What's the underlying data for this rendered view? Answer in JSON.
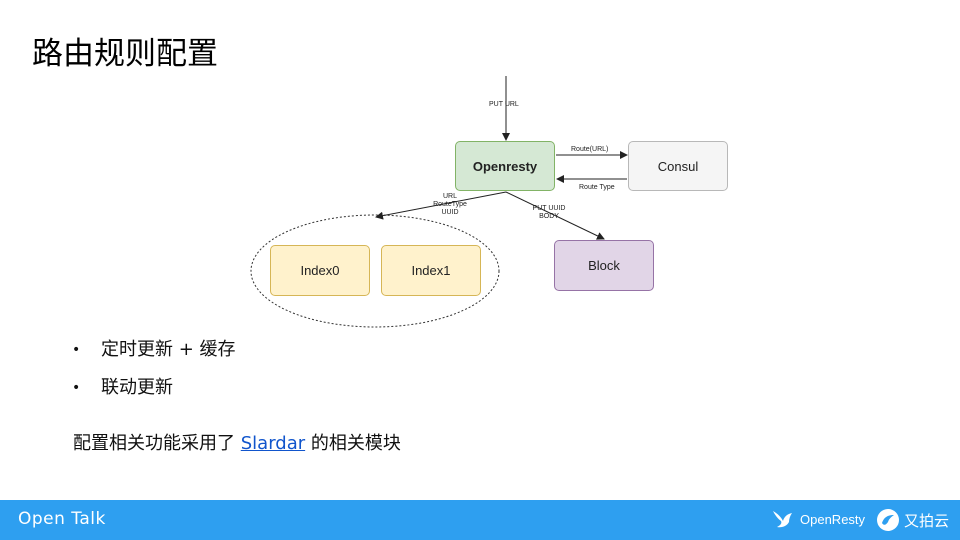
{
  "slide": {
    "title": "路由规则配置"
  },
  "diagram": {
    "nodes": {
      "openresty": "Openresty",
      "consul": "Consul",
      "block": "Block",
      "index0": "Index0",
      "index1": "Index1"
    },
    "edges": {
      "put_url": "PUT URL",
      "route_url": "Route(URL)",
      "route_type": "Route Type",
      "index_label": [
        "URL",
        "RouteType",
        "UUID"
      ],
      "block_label": [
        "PUT UUID",
        "BODY"
      ]
    }
  },
  "bullets": [
    "定时更新 + 缓存",
    "联动更新"
  ],
  "note": {
    "prefix": "配置相关功能采用了 ",
    "link": "Slardar",
    "suffix": " 的相关模块"
  },
  "footer": {
    "left": "Open Talk",
    "brand_openresty": "OpenResty",
    "brand_upyun": "又拍云"
  },
  "colors": {
    "footer_bg": "#2e9ff0",
    "link": "#1155cc",
    "openresty_fill": "#d5e8d4",
    "consul_fill": "#f5f5f5",
    "block_fill": "#e1d5e7",
    "index_fill": "#fff2cc"
  }
}
